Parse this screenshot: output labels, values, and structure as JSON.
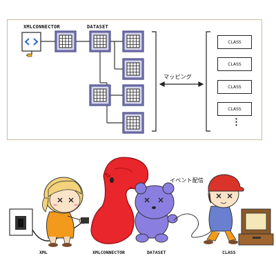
{
  "top_diagram": {
    "xml_label": "XMLCONNECTOR",
    "dataset_label": "DATASET",
    "mapping_label": "マッピング",
    "class_boxes": [
      "CLASS",
      "CLASS",
      "CLASS",
      "CLASS"
    ],
    "more_indicator": "⋮"
  },
  "bottom_scene": {
    "event_label": "イベント配信",
    "xml_label": "XML",
    "xmlconnector_label": "XMLCONNECTOR",
    "dataset_label": "DATASET",
    "class_label": "CLASS"
  },
  "colors": {
    "frame": "#c9b9a6",
    "grid_icon_fill": "#d8d8f0",
    "grid_icon_border": "#2a2a6a",
    "red_character": "#e8262c",
    "purple_character": "#8a7fe0",
    "blonde_hair": "#f2d27a",
    "orange_shirt": "#f39a1c",
    "red_cap": "#d9332a"
  }
}
